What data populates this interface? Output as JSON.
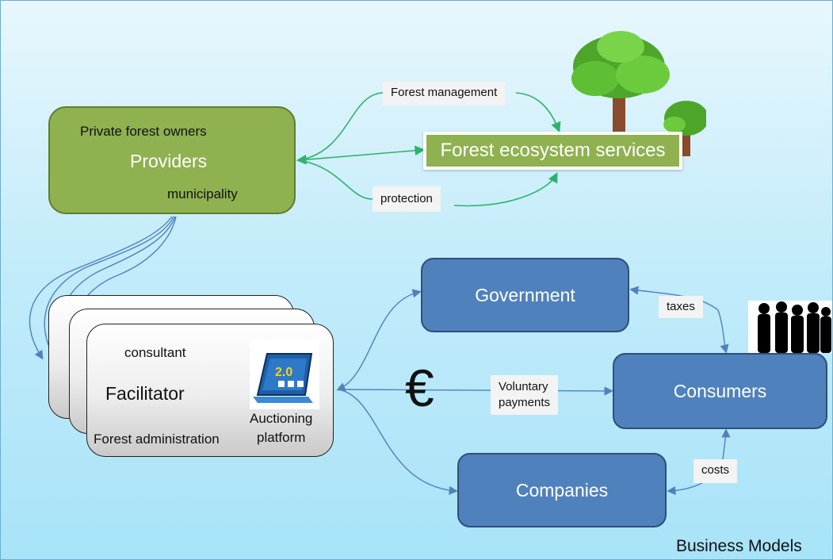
{
  "diagram": {
    "providers": {
      "line1": "Private forest owners",
      "title": "Providers",
      "line3": "municipality"
    },
    "forest_services": "Forest ecosystem services",
    "labels": {
      "forest_management": "Forest management",
      "protection": "protection",
      "taxes": "taxes",
      "voluntary_payments_1": "Voluntary",
      "voluntary_payments_2": "payments",
      "costs": "costs"
    },
    "facilitator": {
      "consultant": "consultant",
      "title": "Facilitator",
      "forest_admin": "Forest administration",
      "platform_1": "Auctioning",
      "platform_2": "platform",
      "platform_badge": "2.0"
    },
    "government": "Government",
    "consumers": "Consumers",
    "companies": "Companies",
    "euro": "€",
    "footer": "Business Models",
    "colors": {
      "green": "#8fb14f",
      "blue": "#4f81bd",
      "green_arrow": "#2eb36b",
      "blue_arrow": "#4f81bd"
    }
  }
}
